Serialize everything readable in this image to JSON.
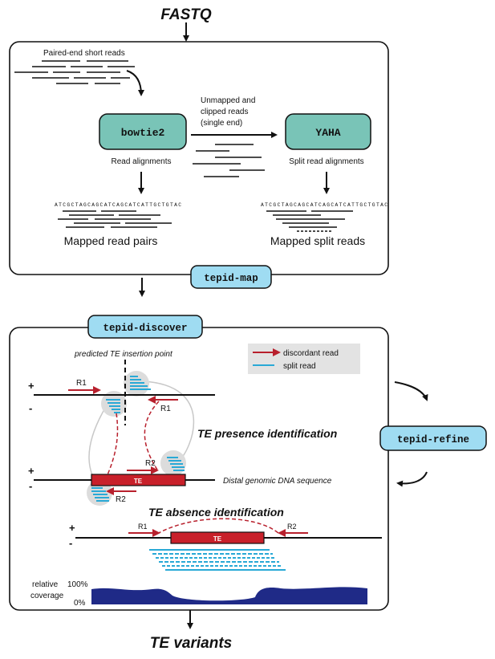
{
  "title_input": "FASTQ",
  "title_output": "TE variants",
  "map_panel": {
    "reads_label": "Paired-end short reads",
    "bowtie": "bowtie2",
    "yaha": "YAHA",
    "unmapped_line1": "Unmapped and",
    "unmapped_line2": "clipped reads",
    "unmapped_line3": "(single end)",
    "read_alignments": "Read alignments",
    "split_alignments": "Split read alignments",
    "sequence_left": "ATCGCTAGCAGCATCAGCATCATTGCTGTAC",
    "sequence_right": "ATCGCTAGCAGCATCAGCATCATTGCTGTAC",
    "mapped_pairs": "Mapped read pairs",
    "mapped_split": "Mapped split reads",
    "tab_label": "tepid-map"
  },
  "discover_panel": {
    "tab_label": "tepid-discover",
    "insertion_label": "predicted TE insertion point",
    "legend": {
      "discordant": "discordant read",
      "split": "split read"
    },
    "plus": "+",
    "minus": "-",
    "r1": "R1",
    "r2": "R2",
    "te": "TE",
    "presence_title": "TE presence identification",
    "distal_label": "Distal genomic DNA sequence",
    "absence_title": "TE absence identification",
    "coverage_label_1": "relative",
    "coverage_label_2": "coverage",
    "coverage_max": "100%",
    "coverage_min": "0%"
  },
  "refine_label": "tepid-refine",
  "colors": {
    "tool_box": "#79c4b7",
    "tab": "#9fdcf2",
    "discordant": "#b8202d",
    "split": "#29a9d6",
    "te": "#c8202a",
    "coverage": "#1f2a87",
    "legend_bg": "#e3e3e3"
  }
}
